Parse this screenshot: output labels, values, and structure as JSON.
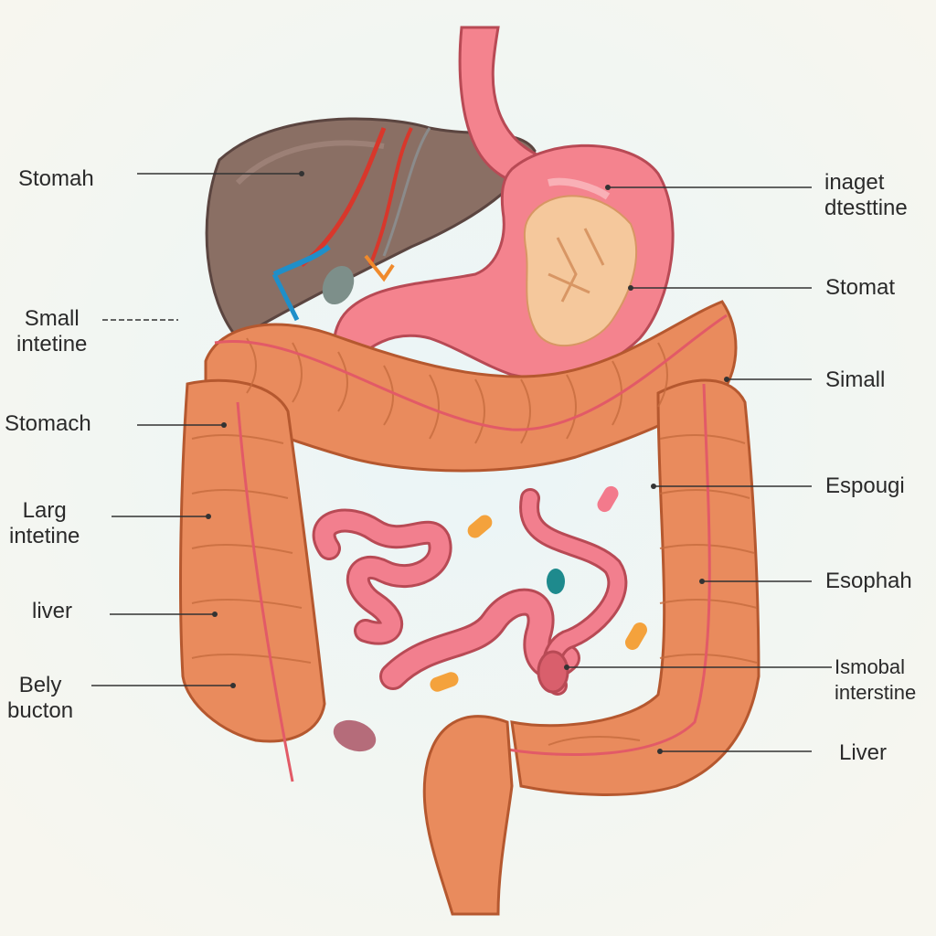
{
  "labels": {
    "left": [
      {
        "text": "Stomah"
      },
      {
        "text": "Small\nintetine"
      },
      {
        "text": "Stomach"
      },
      {
        "text": "Larg\nintetine"
      },
      {
        "text": "liver"
      },
      {
        "text": "Bely\nbucton"
      }
    ],
    "right": [
      {
        "text": "inaget\ndtesttine"
      },
      {
        "text": "Stomat"
      },
      {
        "text": "Simall"
      },
      {
        "text": "Espougi"
      },
      {
        "text": "Esophah"
      },
      {
        "text": "Ismobal\ninterstine"
      },
      {
        "text": "Liver"
      }
    ]
  },
  "colors": {
    "background": "#f7f8f2",
    "liver": "#8a6f64",
    "stomach": "#f4838e",
    "large_intestine": "#e98b5d",
    "small_intestine": "#f27f8e",
    "leader_line": "#333333"
  },
  "icons": [
    "liver-illustration",
    "stomach-illustration",
    "large-intestine-illustration",
    "small-intestine-illustration",
    "esophagus-illustration",
    "rectum-illustration"
  ]
}
